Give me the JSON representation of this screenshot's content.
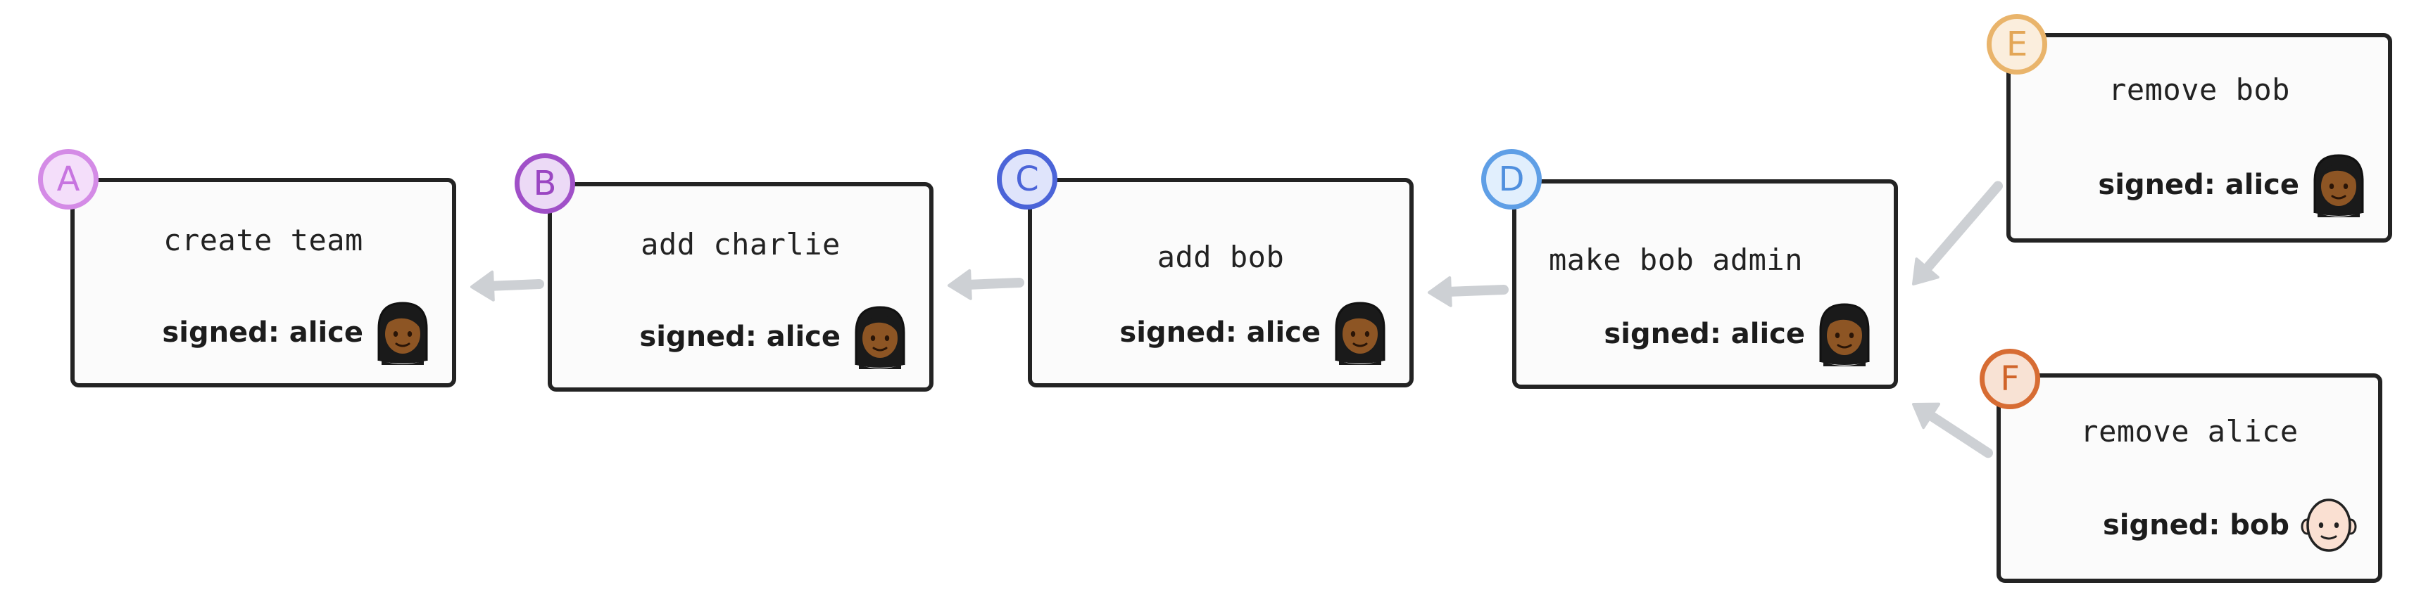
{
  "nodes": [
    {
      "id": "a",
      "letter": "A",
      "title": "create team",
      "signed": "signed: alice",
      "signer": "alice",
      "badge_fill": "#f4defa",
      "badge_border": "#d48be6",
      "badge_text": "#c774e0"
    },
    {
      "id": "b",
      "letter": "B",
      "title": "add charlie",
      "signed": "signed: alice",
      "signer": "alice",
      "badge_fill": "#ecdaf6",
      "badge_border": "#a050c8",
      "badge_text": "#9a46c2"
    },
    {
      "id": "c",
      "letter": "C",
      "title": "add bob",
      "signed": "signed: alice",
      "signer": "alice",
      "badge_fill": "#dfe4fb",
      "badge_border": "#4b64d8",
      "badge_text": "#4b64d8"
    },
    {
      "id": "d",
      "letter": "D",
      "title": "make bob admin",
      "signed": "signed: alice",
      "signer": "alice",
      "badge_fill": "#e1effd",
      "badge_border": "#5f9fe6",
      "badge_text": "#4f8fde"
    },
    {
      "id": "e",
      "letter": "E",
      "title": "remove bob",
      "signed": "signed: alice",
      "signer": "alice",
      "badge_fill": "#fbeedd",
      "badge_border": "#e9b46b",
      "badge_text": "#e3a656"
    },
    {
      "id": "f",
      "letter": "F",
      "title": "remove alice",
      "signed": "signed: bob",
      "signer": "bob",
      "badge_fill": "#f8e2d4",
      "badge_border": "#d76c33",
      "badge_text": "#d0642a"
    }
  ],
  "edges": [
    {
      "from": "B",
      "to": "A"
    },
    {
      "from": "C",
      "to": "B"
    },
    {
      "from": "D",
      "to": "C"
    },
    {
      "from": "E",
      "to": "D"
    },
    {
      "from": "F",
      "to": "D"
    }
  ],
  "colors": {
    "card_border": "#232323",
    "card_fill": "#fbfbfb",
    "arrow": "#cdd0d4",
    "alice_skin": "#8d5524",
    "alice_hair": "#1a1a1a",
    "bob_skin": "#fae0d2"
  },
  "icons": {
    "alice": "woman-avatar-icon",
    "bob": "bald-man-avatar-icon"
  }
}
